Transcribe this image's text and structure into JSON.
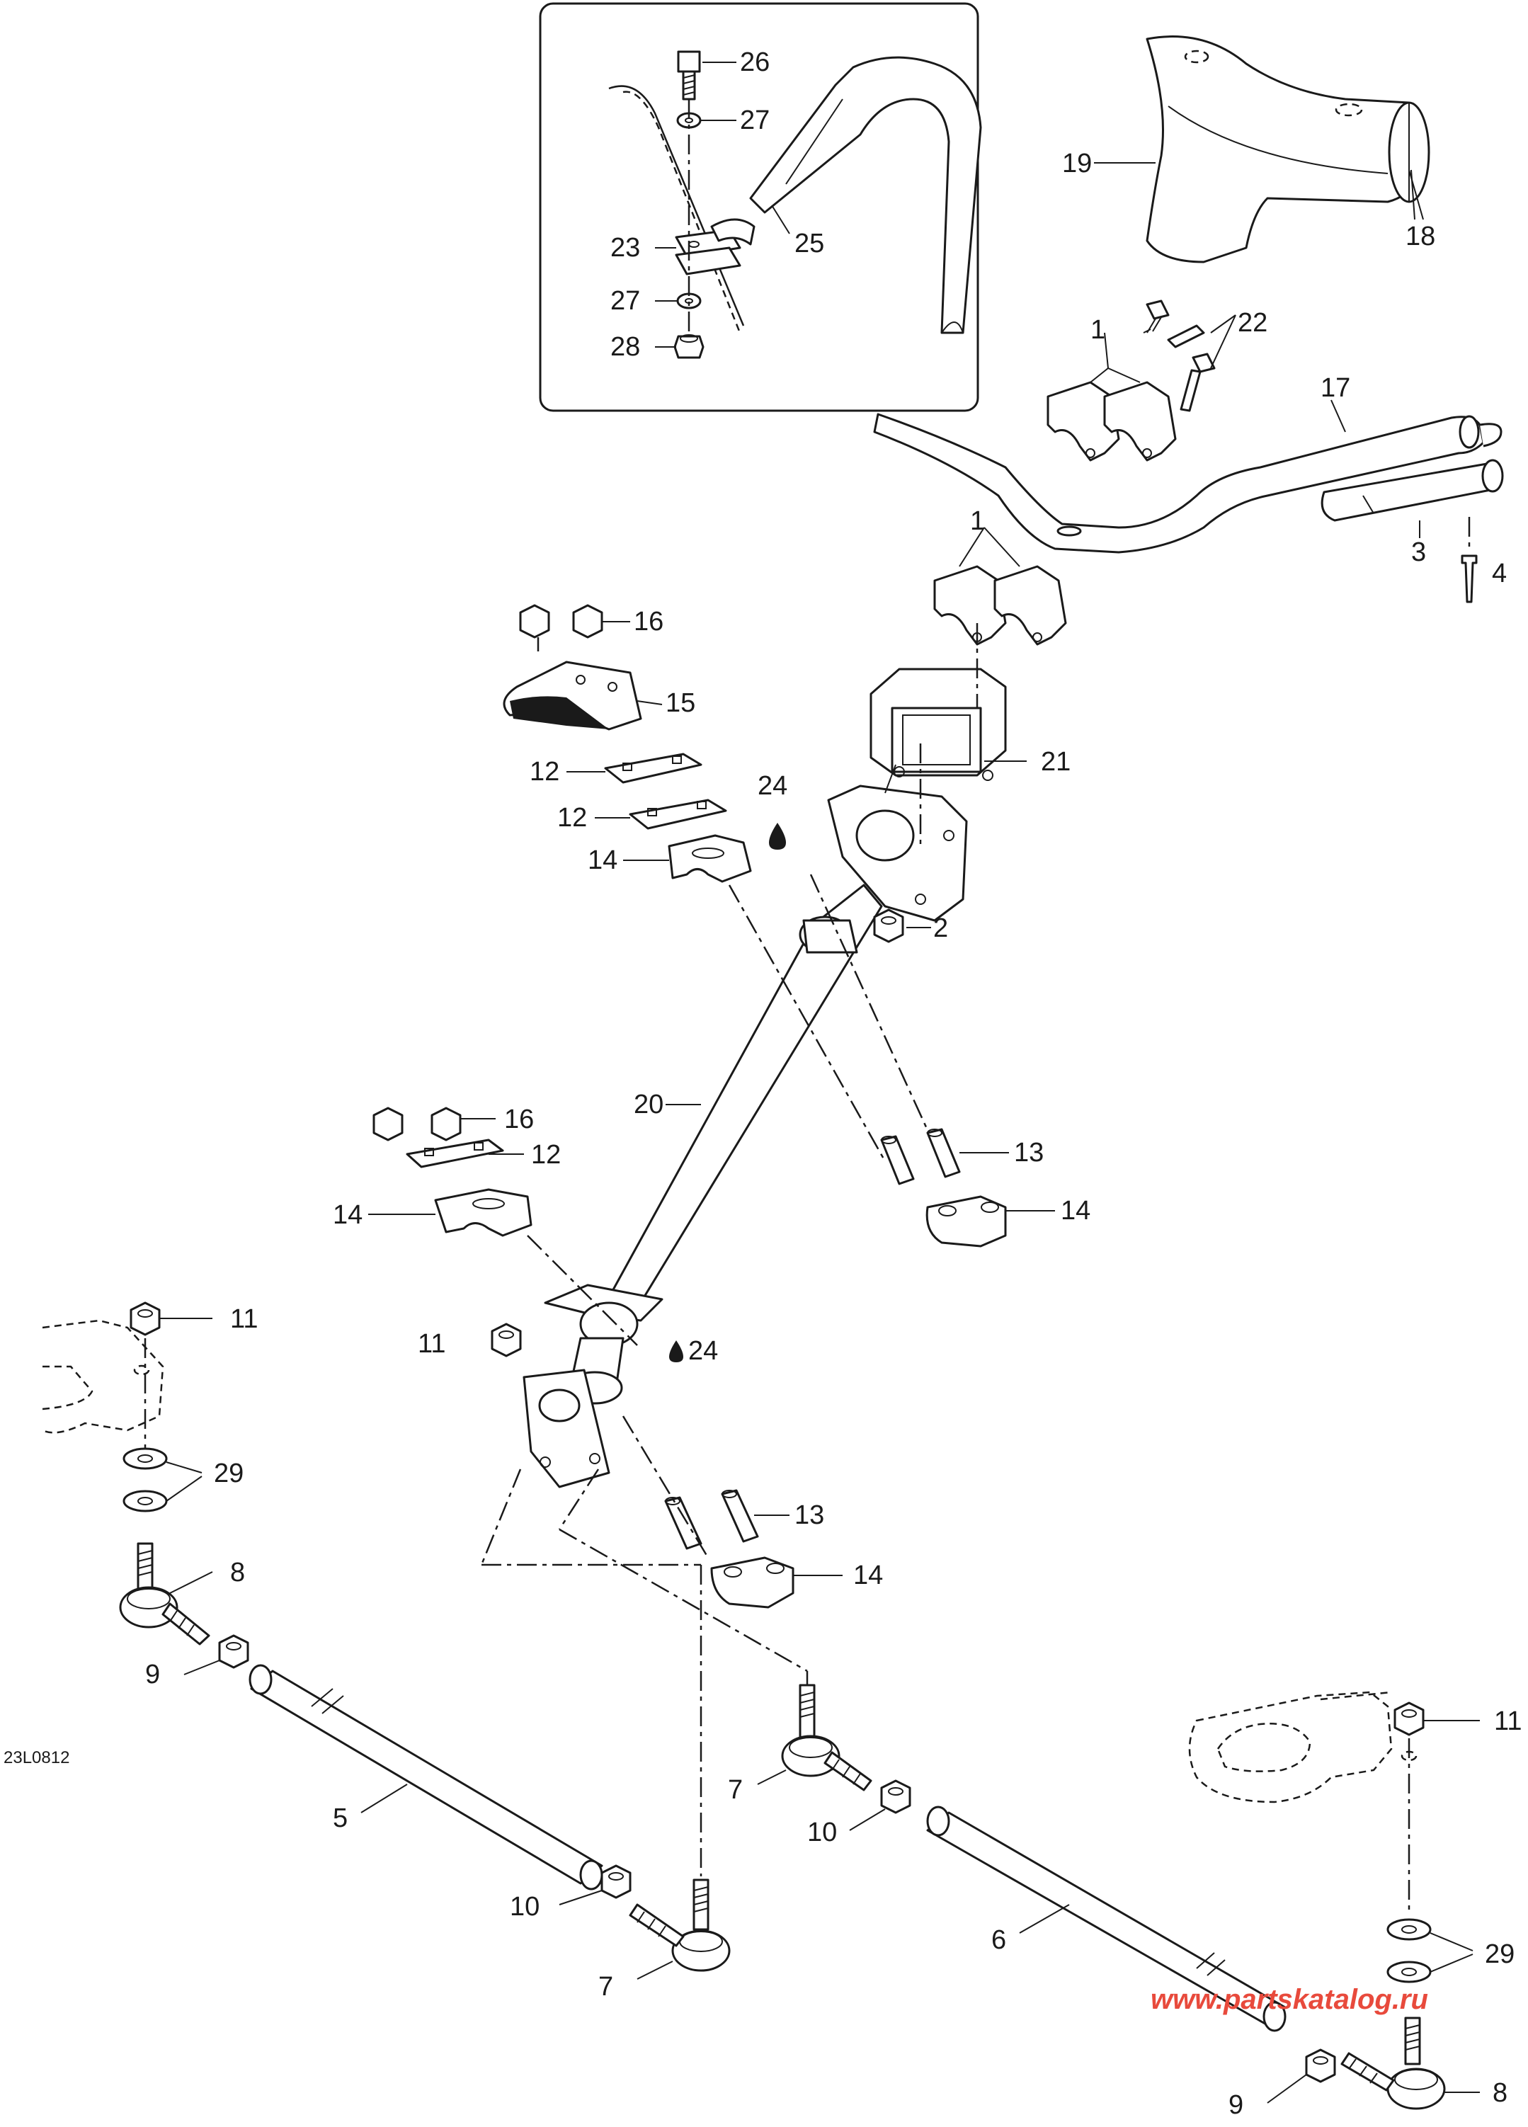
{
  "diagram": {
    "code": "23L0812",
    "watermark": "www.partskatalog.ru",
    "callouts": [
      "26",
      "27",
      "23",
      "27",
      "28",
      "25",
      "19",
      "18",
      "22",
      "1",
      "17",
      "3",
      "4",
      "1",
      "16",
      "15",
      "12",
      "12",
      "14",
      "24",
      "21",
      "2",
      "20",
      "16",
      "12",
      "14",
      "13",
      "14",
      "11",
      "11",
      "24",
      "29",
      "13",
      "14",
      "8",
      "9",
      "7",
      "10",
      "5",
      "10",
      "7",
      "6",
      "11",
      "29",
      "9",
      "8"
    ]
  }
}
